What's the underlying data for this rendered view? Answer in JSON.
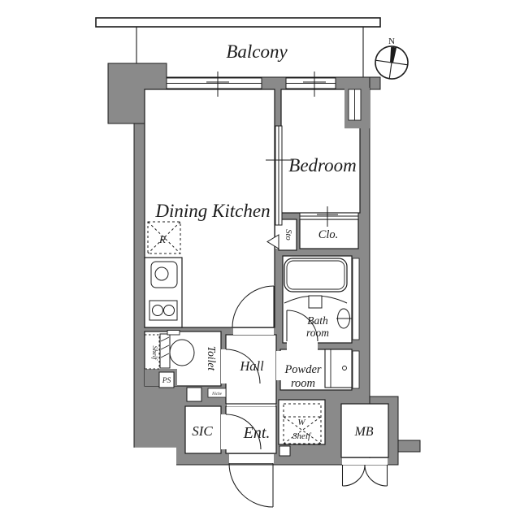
{
  "plan": {
    "type": "apartment-floor-plan",
    "colors": {
      "wall": "#8a8a8a",
      "line": "#1c1c1c",
      "background": "#ffffff"
    },
    "compass": {
      "label": "N"
    },
    "labels": {
      "balcony": "Balcony",
      "dining_kitchen": "Dining Kitchen",
      "bedroom": "Bedroom",
      "closet": "Clo.",
      "storage": "Sto",
      "bath_line1": "Bath",
      "bath_line2": "room",
      "powder_line1": "Powder",
      "powder_line2": "room",
      "toilet": "Toilet",
      "hall": "Hall",
      "entrance": "Ent.",
      "shoe_closet": "SIC",
      "meter_box": "MB",
      "w_shelf_line1": "W",
      "w_shelf_line2": "Shelf",
      "shelf": "Shelf",
      "pipe_space": "PS",
      "niche": "Niche",
      "refrigerator": "R"
    }
  }
}
